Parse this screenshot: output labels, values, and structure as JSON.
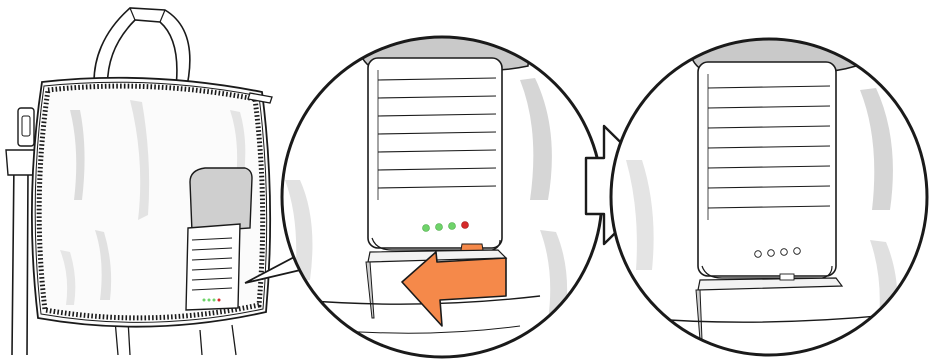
{
  "illustration": {
    "step_1": {
      "bag_leds": [
        "green",
        "green",
        "green",
        "red"
      ],
      "zoom_leds": [
        "green",
        "green",
        "green",
        "red"
      ],
      "action": "pull-tab-left"
    },
    "step_2": {
      "zoom_leds": [
        "off",
        "off",
        "off",
        "off"
      ]
    }
  },
  "colors": {
    "outline": "#1a1a1a",
    "shadow_gray": "#d6d6d6",
    "panel_gray": "#c9c9c9",
    "arrow_orange": "#f5894a",
    "led_green": "#6fd36a",
    "led_red": "#d62a2a",
    "led_off": "#ffffff"
  },
  "icons": {
    "direction_arrow": "arrow-right-outline-icon",
    "action_arrow": "arrow-left-filled-icon"
  }
}
